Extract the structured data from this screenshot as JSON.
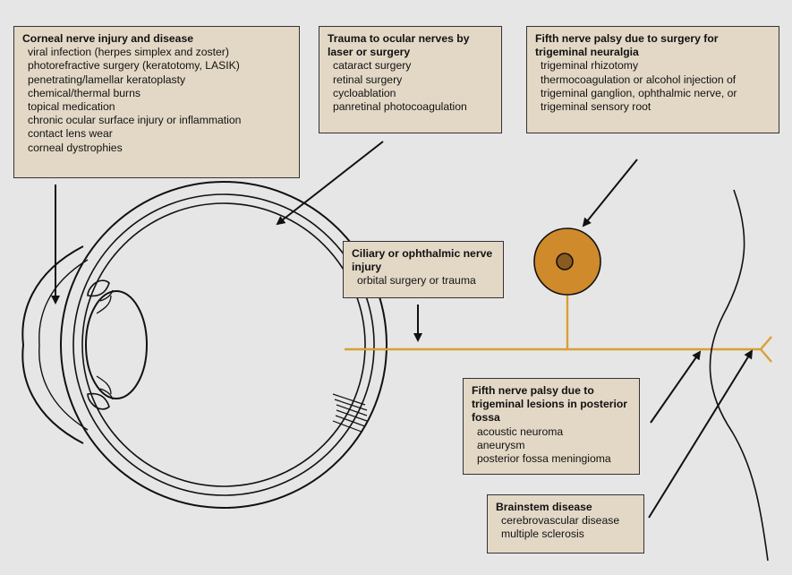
{
  "boxes": {
    "corneal": {
      "title": "Corneal nerve injury and disease",
      "items": [
        "viral infection (herpes simplex and zoster)",
        "photorefractive surgery (keratotomy, LASIK)",
        "penetrating/lamellar keratoplasty",
        "chemical/thermal burns",
        "topical medication",
        "chronic ocular surface injury or inflammation",
        "contact lens wear",
        "corneal dystrophies"
      ]
    },
    "trauma": {
      "title": "Trauma to ocular nerves by laser or surgery",
      "items": [
        "cataract surgery",
        "retinal surgery",
        "cycloablation",
        "panretinal photocoagulation"
      ]
    },
    "fifth_surgery": {
      "title": "Fifth nerve palsy due to surgery for trigeminal neuralgia",
      "items": [
        "trigeminal rhizotomy",
        "thermocoagulation or alcohol injection of",
        "trigeminal ganglion, ophthalmic nerve, or",
        "trigeminal sensory root"
      ]
    },
    "ciliary": {
      "title": "Ciliary or ophthalmic nerve injury",
      "items": [
        "orbital surgery or trauma"
      ]
    },
    "fifth_lesions": {
      "title": "Fifth nerve palsy due to trigeminal lesions in posterior fossa",
      "items": [
        "acoustic neuroma",
        "aneurysm",
        "posterior fossa meningioma"
      ]
    },
    "brainstem": {
      "title": "Brainstem disease",
      "items": [
        "cerebrovascular disease",
        "multiple sclerosis"
      ]
    }
  },
  "colors": {
    "background": "#e6e6e6",
    "box_fill": "#e3d8c6",
    "nerve": "#d8a035",
    "ganglion": "#cf8a2c",
    "ink": "#111111"
  }
}
